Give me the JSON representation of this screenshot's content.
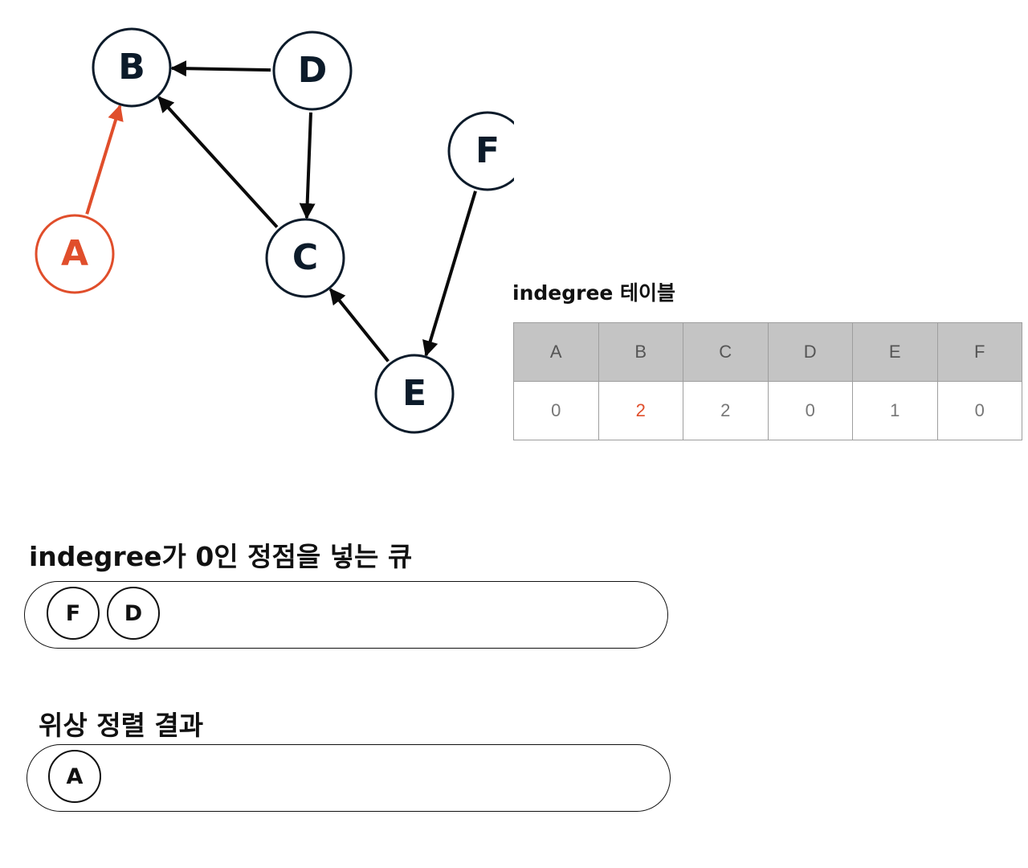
{
  "colors": {
    "highlight": "#e04e2b",
    "default": "#0c1b2a"
  },
  "graph": {
    "nodes": [
      {
        "id": "A",
        "label": "A",
        "highlight": true
      },
      {
        "id": "B",
        "label": "B",
        "highlight": false
      },
      {
        "id": "C",
        "label": "C",
        "highlight": false
      },
      {
        "id": "D",
        "label": "D",
        "highlight": false
      },
      {
        "id": "E",
        "label": "E",
        "highlight": false
      },
      {
        "id": "F",
        "label": "F",
        "highlight": false
      }
    ],
    "edges": [
      {
        "from": "D",
        "to": "B",
        "highlight": false
      },
      {
        "from": "C",
        "to": "B",
        "highlight": false
      },
      {
        "from": "A",
        "to": "B",
        "highlight": true
      },
      {
        "from": "D",
        "to": "C",
        "highlight": false
      },
      {
        "from": "E",
        "to": "C",
        "highlight": false
      },
      {
        "from": "F",
        "to": "E",
        "highlight": false
      }
    ]
  },
  "table": {
    "title": "indegree 테이블",
    "headers": [
      "A",
      "B",
      "C",
      "D",
      "E",
      "F"
    ],
    "values": [
      "0",
      "2",
      "2",
      "0",
      "1",
      "0"
    ],
    "highlight_index": 1
  },
  "queue": {
    "title": "indegree가 0인 정점을 넣는 큐",
    "items": [
      "F",
      "D"
    ]
  },
  "result": {
    "title": "위상 정렬 결과",
    "items": [
      "A"
    ]
  }
}
